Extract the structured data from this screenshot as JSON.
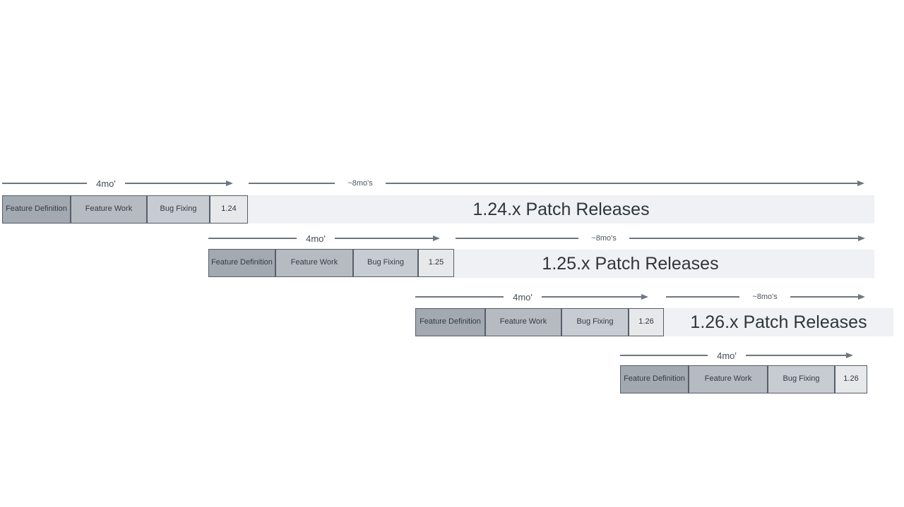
{
  "diagram": {
    "colors": {
      "background": "#ffffff",
      "phase_feature_definition": "#a3a9b0",
      "phase_feature_work": "#b6bbc1",
      "phase_bug_fixing": "#c7ccd2",
      "version_box": "#e6e8ea",
      "patch_bar": "#f0f1f4",
      "box_border": "#565e69",
      "arrow": "#6e7680",
      "patch_text": "#2e353d",
      "box_text": "#343b44",
      "arrow_label_text": "#4d555f"
    },
    "rows": [
      {
        "version": "1.24",
        "phases": [
          "Feature Definition",
          "Feature Work",
          "Bug Fixing"
        ],
        "patch_label": "1.24.x Patch Releases",
        "arrow_4mo": "4mo'",
        "arrow_8mo": "~8mo's"
      },
      {
        "version": "1.25",
        "phases": [
          "Feature Definition",
          "Feature Work",
          "Bug Fixing"
        ],
        "patch_label": "1.25.x Patch Releases",
        "arrow_4mo": "4mo'",
        "arrow_8mo": "~8mo's"
      },
      {
        "version": "1.26",
        "phases": [
          "Feature Definition",
          "Feature Work",
          "Bug Fixing"
        ],
        "patch_label": "1.26.x Patch Releases",
        "arrow_4mo": "4mo'",
        "arrow_8mo": "~8mo's"
      },
      {
        "version": "1.26",
        "phases": [
          "Feature Definition",
          "Feature Work",
          "Bug Fixing"
        ],
        "arrow_4mo": "4mo'"
      }
    ]
  }
}
